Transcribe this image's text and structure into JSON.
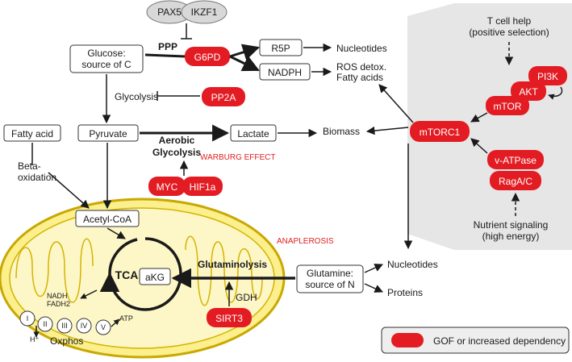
{
  "top_proteins": {
    "pax5": "PAX5",
    "ikzf1": "IKZF1"
  },
  "glucose": {
    "line1": "Glucose:",
    "line2": "source of C"
  },
  "ppp": "PPP",
  "g6pd": "G6PD",
  "r5p": "R5P",
  "nadph": "NADPH",
  "nucleotides_top": "Nucleotides",
  "ros": {
    "line1": "ROS detox.",
    "line2": "Fatty acids"
  },
  "glycolysis": "Glycolysis",
  "pp2a": "PP2A",
  "fatty_acid": "Fatty acid",
  "pyruvate": "Pyruvate",
  "aerobic": {
    "line1": "Aerobic",
    "line2": "Glycolysis"
  },
  "lactate": "Lactate",
  "biomass": "Biomass",
  "warburg": "WARBURG EFFECT",
  "myc": "MYC",
  "hif1a": "HIF1a",
  "beta_ox": {
    "line1": "Beta-",
    "line2": "oxidation"
  },
  "acetyl_coa": "Acetyl-CoA",
  "tca": "TCA",
  "akg": "aKG",
  "glutaminolysis": "Glutaminolysis",
  "gdh": "GDH",
  "sirt3": "SIRT3",
  "glutamine": {
    "line1": "Glutamine:",
    "line2": "source of N"
  },
  "nucleotides_bottom": "Nucleotides",
  "proteins": "Proteins",
  "anaplerosis": "ANAPLEROSIS",
  "nadh": "NADH",
  "fadh2": "FADH2",
  "complexes": [
    "I",
    "II",
    "III",
    "IV",
    "V"
  ],
  "hplus": "H⁺",
  "atp": "ATP",
  "oxphos": "Oxphos",
  "tcell": {
    "line1": "T cell help",
    "line2": "(positive selection)"
  },
  "pi3k": "PI3K",
  "akt": "AKT",
  "mtor": "mTOR",
  "mtorc1": "mTORC1",
  "vatpase": "v-ATPase",
  "ragac": "RagA/C",
  "nutrient": {
    "line1": "Nutrient signaling",
    "line2": "(high energy)"
  },
  "legend": "GOF or increased dependency",
  "colors": {
    "red": "#e31c23",
    "mito_fill": "#fdf3a8",
    "mito_edge": "#c9a800",
    "panel": "#e6e6e6"
  }
}
